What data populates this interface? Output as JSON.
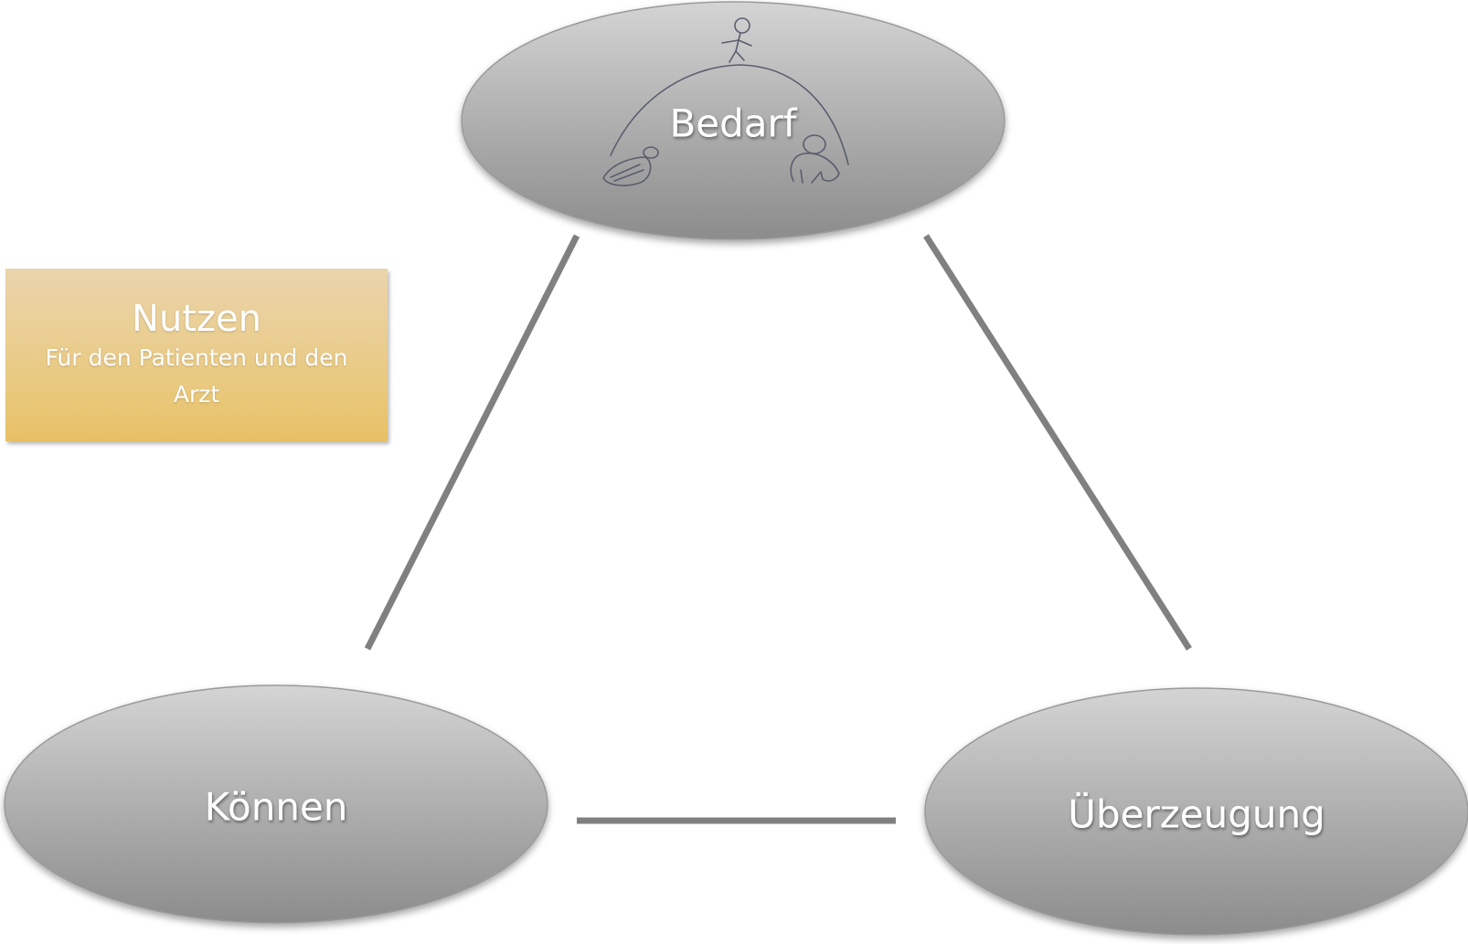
{
  "nodes": {
    "top": {
      "label": "Bedarf"
    },
    "bottom_left": {
      "label": "Können"
    },
    "bottom_right": {
      "label": "Überzeugung"
    }
  },
  "benefit_box": {
    "title": "Nutzen",
    "subtitle": "Für den Patienten und den Arzt"
  },
  "colors": {
    "node_fill_light": "#cfcfcf",
    "node_fill_dark": "#8f8f8f",
    "connector": "#808080",
    "box_fill_light": "#ead4ac",
    "box_fill_dark": "#e7c064",
    "text": "#ffffff"
  },
  "icons": [
    "hill-with-stick-figure-sketch"
  ]
}
